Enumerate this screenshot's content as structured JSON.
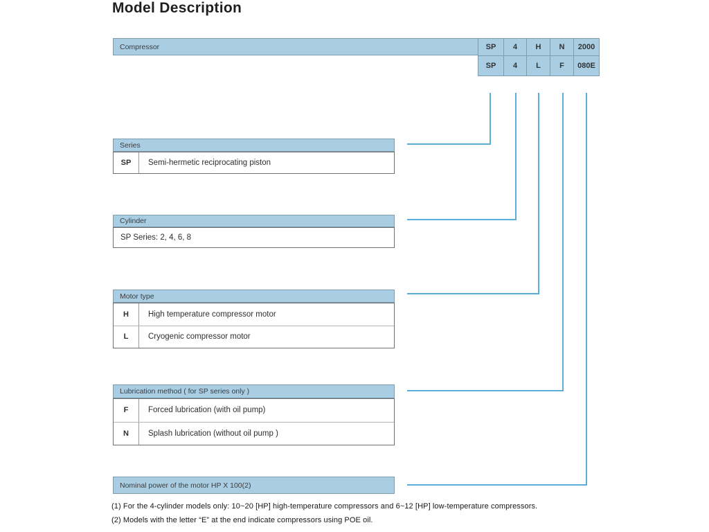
{
  "title": "Model Description",
  "model": {
    "label": "Compressor",
    "rows": [
      [
        "SP",
        "4",
        "H",
        "N",
        "2000"
      ],
      [
        "SP",
        "4",
        "L",
        "F",
        "080E"
      ]
    ]
  },
  "sections": {
    "series": {
      "header": "Series",
      "rows": [
        {
          "key": "SP",
          "desc": "Semi-hermetic reciprocating piston"
        }
      ]
    },
    "cylinder": {
      "header": "Cylinder",
      "rows": [
        {
          "key": "",
          "desc": "SP Series: 2, 4, 6, 8"
        }
      ]
    },
    "motor_type": {
      "header": "Motor type",
      "rows": [
        {
          "key": "H",
          "desc": "High temperature compressor motor"
        },
        {
          "key": "L",
          "desc": "Cryogenic compressor motor"
        }
      ]
    },
    "lubrication": {
      "header": "Lubrication method ( for SP series only )",
      "rows": [
        {
          "key": "F",
          "desc": "Forced lubrication (with oil pump)"
        },
        {
          "key": "N",
          "desc": "Splash lubrication (without oil pump )"
        }
      ]
    },
    "nominal_power": {
      "header": "Nominal power of the motor HP X 100(2)",
      "rows": []
    }
  },
  "footnotes": [
    "(1) For the 4-cylinder models only: 10~20 [HP] high-temperature compressors and 6~12 [HP] low-temperature compressors.",
    "(2) Models with the letter  “E”  at the end indicate compressors using POE oil."
  ],
  "colors": {
    "cell_fill": "#a9cee4",
    "cell_border": "#7d9cae",
    "connector_line": "#5aaed9",
    "table_border": "#6e6e6e",
    "text": "#2b2b2b"
  }
}
